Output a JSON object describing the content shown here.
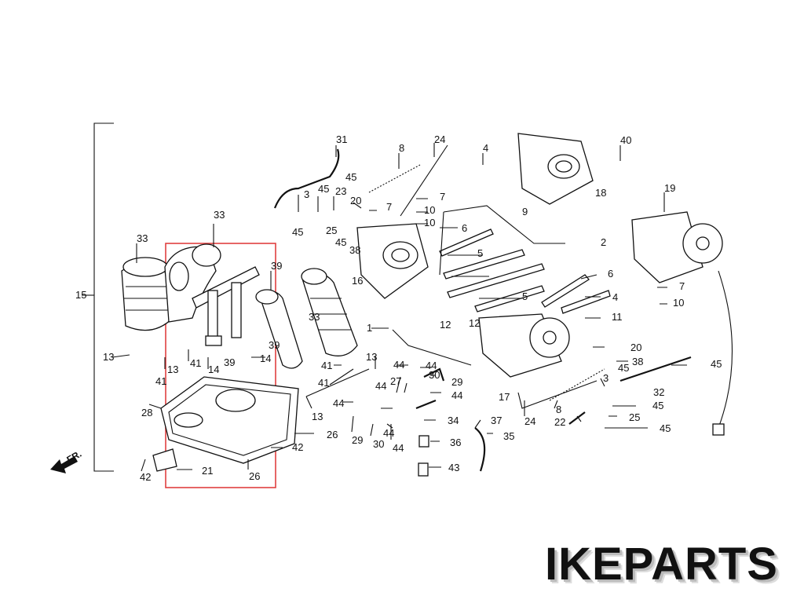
{
  "brand": {
    "text": "IKEPARTS"
  },
  "direction": {
    "label": "FR."
  },
  "highlight": {
    "color": "#e04040"
  },
  "labels": [
    "1",
    "2",
    "3",
    "4",
    "5",
    "6",
    "7",
    "8",
    "10",
    "11",
    "12",
    "13",
    "14",
    "15",
    "16",
    "17",
    "18",
    "19",
    "20",
    "21",
    "22",
    "23",
    "24",
    "25",
    "26",
    "27",
    "28",
    "29",
    "30",
    "31",
    "32",
    "33",
    "34",
    "35",
    "36",
    "37",
    "38",
    "39",
    "40",
    "41",
    "42",
    "43",
    "44",
    "45"
  ]
}
